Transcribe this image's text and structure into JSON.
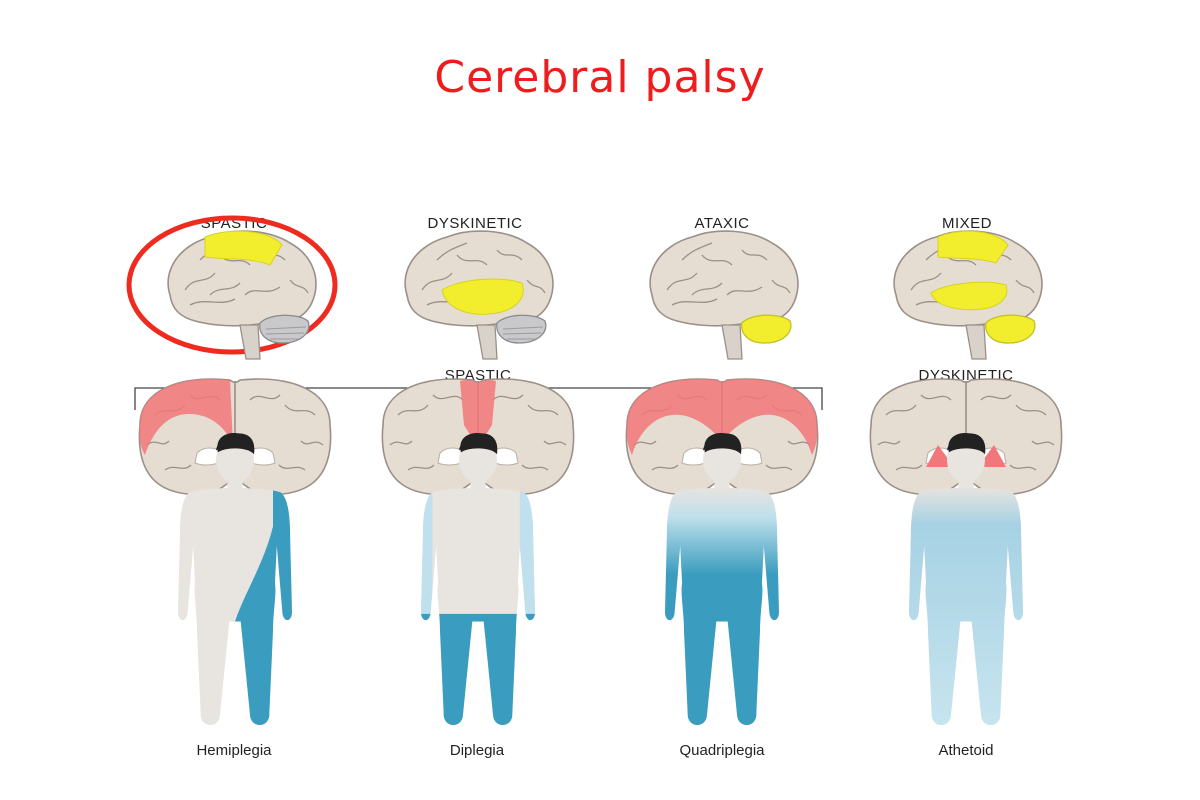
{
  "title": "Cerebral palsy",
  "top_labels": [
    "SPASTIC",
    "DYSKINETIC",
    "ATAXIC",
    "MIXED"
  ],
  "middle_labels": {
    "spastic_group": "SPASTIC",
    "dyskinetic": "DYSKINETIC"
  },
  "captions": [
    "Hemiplegia",
    "Diplegia",
    "Quadriplegia",
    "Athetoid"
  ],
  "colors": {
    "title": "#ee1c1c",
    "highlight_circle": "#ee2b1e",
    "brain": "#e6ddd2",
    "lesion_yellow": "#f2ee2e",
    "cortex_red": "#f2777a",
    "body_base": "#e8e4df",
    "affected_blue": "#3a9dc0",
    "affected_light": "#bfe0ec"
  }
}
